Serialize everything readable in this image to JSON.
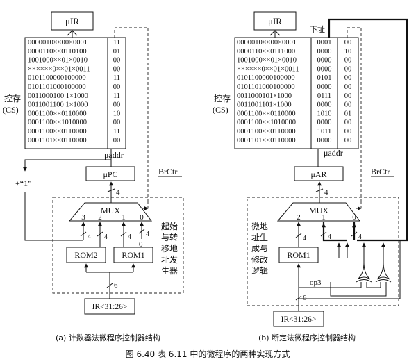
{
  "colors": {
    "line": "#111111",
    "background": "#ffffff"
  },
  "caption": "图 6.40  表 6.11 中的微程序的两种实现方式",
  "left": {
    "uir_label": "μIR",
    "cs_label_1": "控存",
    "cs_label_2": "(CS)",
    "rows": [
      {
        "bits": "0000010××00×0001",
        "next": "11"
      },
      {
        "bits": "0000110××0110100",
        "next": "01"
      },
      {
        "bits": "1001000××01×0010",
        "next": "00"
      },
      {
        "bits": "××××××0××01×0011",
        "next": "00"
      },
      {
        "bits": "0101100000100000",
        "next": "11"
      },
      {
        "bits": "0101101000100000",
        "next": "00"
      },
      {
        "bits": "0011000100 1×1000",
        "next": "11"
      },
      {
        "bits": "0011001100 1×1000",
        "next": "00"
      },
      {
        "bits": "0001100××0110000",
        "next": "10"
      },
      {
        "bits": "0001100××1010000",
        "next": "00"
      },
      {
        "bits": "0001100××0110000",
        "next": "11"
      },
      {
        "bits": "0001101××0110000",
        "next": "00"
      }
    ],
    "uaddr_label": "μaddr",
    "upc_label": "μPC",
    "brctr_label": "BrCtr",
    "plus1_label": "+“1”",
    "width4": "4",
    "width6": "6",
    "mux_label": "MUX",
    "mux_inputs": [
      "3",
      "2",
      "1",
      "0"
    ],
    "zero_label": "0",
    "rom2_label": "ROM2",
    "rom1_label": "ROM1",
    "ir_label": "IR<31:26>",
    "side_text": [
      "起始",
      "与转",
      "移地",
      "址发",
      "生器"
    ],
    "subcaption": "(a) 计数器法微程序控制器结构"
  },
  "right": {
    "uir_label": "μIR",
    "next_addr_label": "下址",
    "cs_label_1": "控存",
    "cs_label_2": "(CS)",
    "rows": [
      {
        "bits": "0000010××00×0001",
        "addr": "0001",
        "ctl": "00"
      },
      {
        "bits": "0000110××0111000",
        "addr": "0000",
        "ctl": "10"
      },
      {
        "bits": "1001000××01×0010",
        "addr": "0000",
        "ctl": "00"
      },
      {
        "bits": "××××××0××01×0011",
        "addr": "0000",
        "ctl": "00"
      },
      {
        "bits": "0101100000100000",
        "addr": "0101",
        "ctl": "00"
      },
      {
        "bits": "0101101000100000",
        "addr": "0000",
        "ctl": "00"
      },
      {
        "bits": "0011000101×1000",
        "addr": "0111",
        "ctl": "00"
      },
      {
        "bits": "0011001101×1000",
        "addr": "0000",
        "ctl": "00"
      },
      {
        "bits": "0001100××0110000",
        "addr": "1010",
        "ctl": "01"
      },
      {
        "bits": "0001100××1010000",
        "addr": "0000",
        "ctl": "00"
      },
      {
        "bits": "0001100××0110000",
        "addr": "1011",
        "ctl": "00"
      },
      {
        "bits": "0001101××0110000",
        "addr": "0000",
        "ctl": "00"
      }
    ],
    "uaddr_label": "μaddr",
    "uar_label": "μAR",
    "brctr_label": "BrCtr",
    "width4": "4",
    "width6": "6",
    "mux_label": "MUX",
    "mux_inputs": [
      "2",
      "1",
      "0"
    ],
    "rom1_label": "ROM1",
    "op3_label": "op3",
    "ir_label": "IR<31:26>",
    "side_text": [
      "微地",
      "址生",
      "成与",
      "修改",
      "逻辑"
    ],
    "subcaption": "(b) 断定法微程序控制器结构"
  }
}
